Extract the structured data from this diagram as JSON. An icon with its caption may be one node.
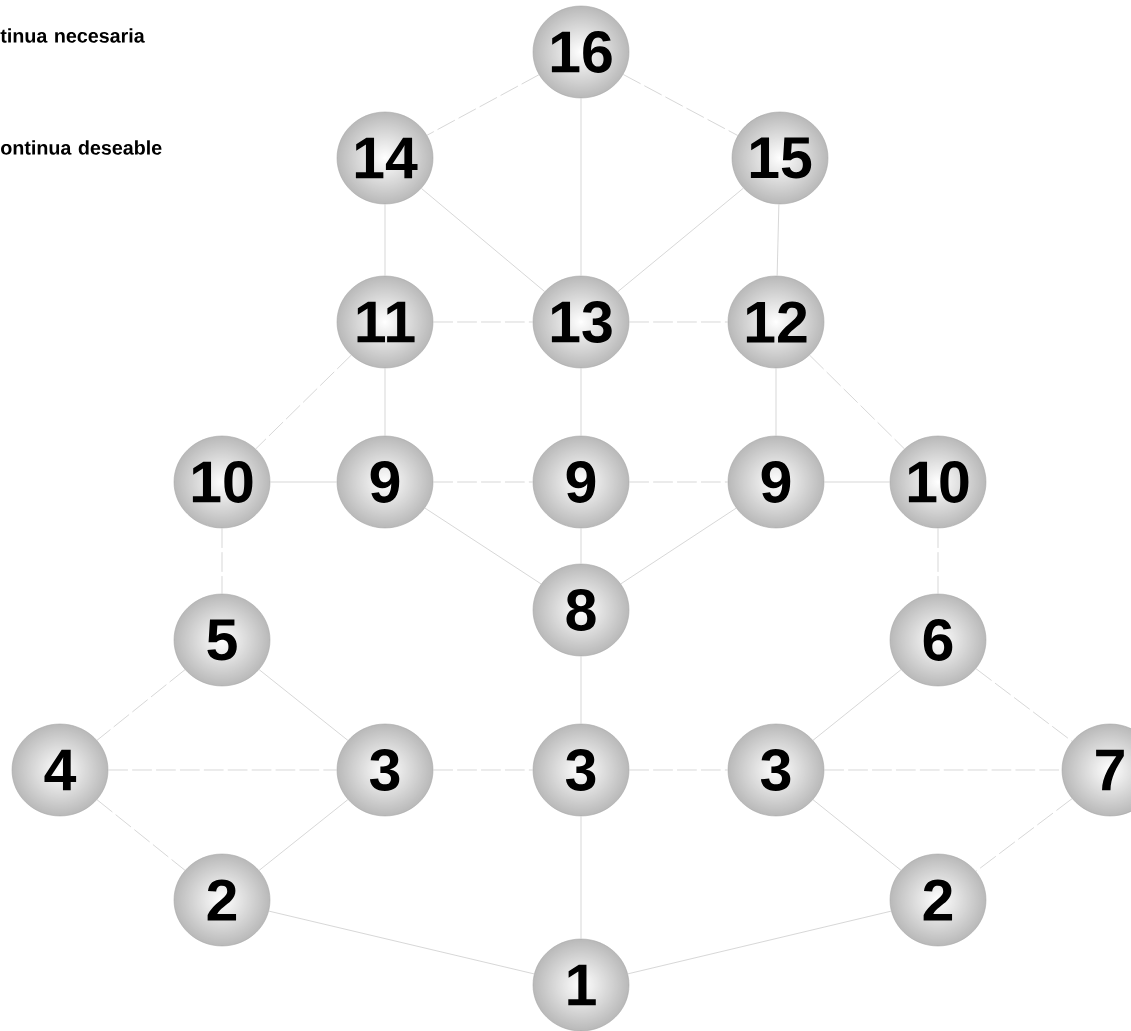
{
  "diagram": {
    "nodes": [
      {
        "text": [
          "16"
        ]
      },
      {
        "text": [
          "14"
        ]
      },
      {
        "text": [
          "15"
        ]
      },
      {
        "text": [
          "11"
        ]
      },
      {
        "text": [
          "13"
        ]
      },
      {
        "text": [
          "12"
        ]
      },
      {
        "text": [
          "10"
        ]
      },
      {
        "text": [
          "9"
        ]
      },
      {
        "text": [
          "9"
        ]
      },
      {
        "text": [
          "9"
        ]
      },
      {
        "text": [
          "10"
        ]
      },
      {
        "text": [
          "5"
        ]
      },
      {
        "text": [
          "8"
        ]
      },
      {
        "text": [
          "6"
        ]
      },
      {
        "text": [
          "4"
        ]
      },
      {
        "text": [
          "3"
        ]
      },
      {
        "text": [
          "3"
        ]
      },
      {
        "text": [
          "3"
        ]
      },
      {
        "text": [
          "7"
        ]
      },
      {
        "text": [
          "2"
        ]
      },
      {
        "text": [
          "2"
        ]
      },
      {
        "text": [
          "1"
        ]
      }
    ],
    "edges": [
      {
        "from": 0,
        "to": 1,
        "arrow": "none",
        "style": "dashed"
      },
      {
        "from": 0,
        "to": 2,
        "arrow": "none",
        "style": "dashed"
      },
      {
        "from": 0,
        "to": 4,
        "arrow": "none"
      },
      {
        "from": 1,
        "to": 3,
        "arrow": "none"
      },
      {
        "from": 1,
        "to": 4,
        "arrow": "none"
      },
      {
        "from": 2,
        "to": 4,
        "arrow": "none"
      },
      {
        "from": 2,
        "to": 5,
        "arrow": "none"
      },
      {
        "from": 3,
        "to": 4,
        "arrow": "none",
        "style": "dashed"
      },
      {
        "from": 4,
        "to": 5,
        "arrow": "none",
        "style": "dashed"
      },
      {
        "from": 3,
        "to": 6,
        "arrow": "none",
        "style": "dashed"
      },
      {
        "from": 3,
        "to": 7,
        "arrow": "none"
      },
      {
        "from": 4,
        "to": 8,
        "arrow": "none"
      },
      {
        "from": 5,
        "to": 9,
        "arrow": "none"
      },
      {
        "from": 5,
        "to": 10,
        "arrow": "none",
        "style": "dashed"
      },
      {
        "from": 6,
        "to": 7,
        "arrow": "none"
      },
      {
        "from": 7,
        "to": 8,
        "arrow": "none",
        "style": "dashed"
      },
      {
        "from": 8,
        "to": 9,
        "arrow": "none",
        "style": "dashed"
      },
      {
        "from": 9,
        "to": 10,
        "arrow": "none"
      },
      {
        "from": 7,
        "to": 12,
        "arrow": "none"
      },
      {
        "from": 8,
        "to": 12,
        "arrow": "none"
      },
      {
        "from": 9,
        "to": 12,
        "arrow": "none"
      },
      {
        "from": 6,
        "to": 11,
        "arrow": "none",
        "style": "dashed"
      },
      {
        "from": 10,
        "to": 13,
        "arrow": "none",
        "style": "dashed"
      },
      {
        "from": 11,
        "to": 14,
        "arrow": "none",
        "style": "dashed"
      },
      {
        "from": 11,
        "to": 15,
        "arrow": "none"
      },
      {
        "from": 12,
        "to": 16,
        "arrow": "none"
      },
      {
        "from": 13,
        "to": 17,
        "arrow": "none"
      },
      {
        "from": 13,
        "to": 18,
        "arrow": "none",
        "style": "dashed"
      },
      {
        "from": 14,
        "to": 15,
        "arrow": "none",
        "style": "dashed"
      },
      {
        "from": 15,
        "to": 16,
        "arrow": "none",
        "style": "dashed"
      },
      {
        "from": 16,
        "to": 17,
        "arrow": "none",
        "style": "dashed"
      },
      {
        "from": 17,
        "to": 18,
        "arrow": "none",
        "style": "dashed"
      },
      {
        "from": 14,
        "to": 19,
        "arrow": "none",
        "style": "dashed"
      },
      {
        "from": 15,
        "to": 19,
        "arrow": "none"
      },
      {
        "from": 16,
        "to": 21,
        "arrow": "none"
      },
      {
        "from": 17,
        "to": 20,
        "arrow": "none"
      },
      {
        "from": 18,
        "to": 20,
        "arrow": "none",
        "style": "dashed"
      },
      {
        "from": 19,
        "to": 21,
        "arrow": "none"
      },
      {
        "from": 20,
        "to": 21,
        "arrow": "none"
      }
    ],
    "labels": [
      "tinua necesaria",
      "ontinua deseable"
    ]
  }
}
